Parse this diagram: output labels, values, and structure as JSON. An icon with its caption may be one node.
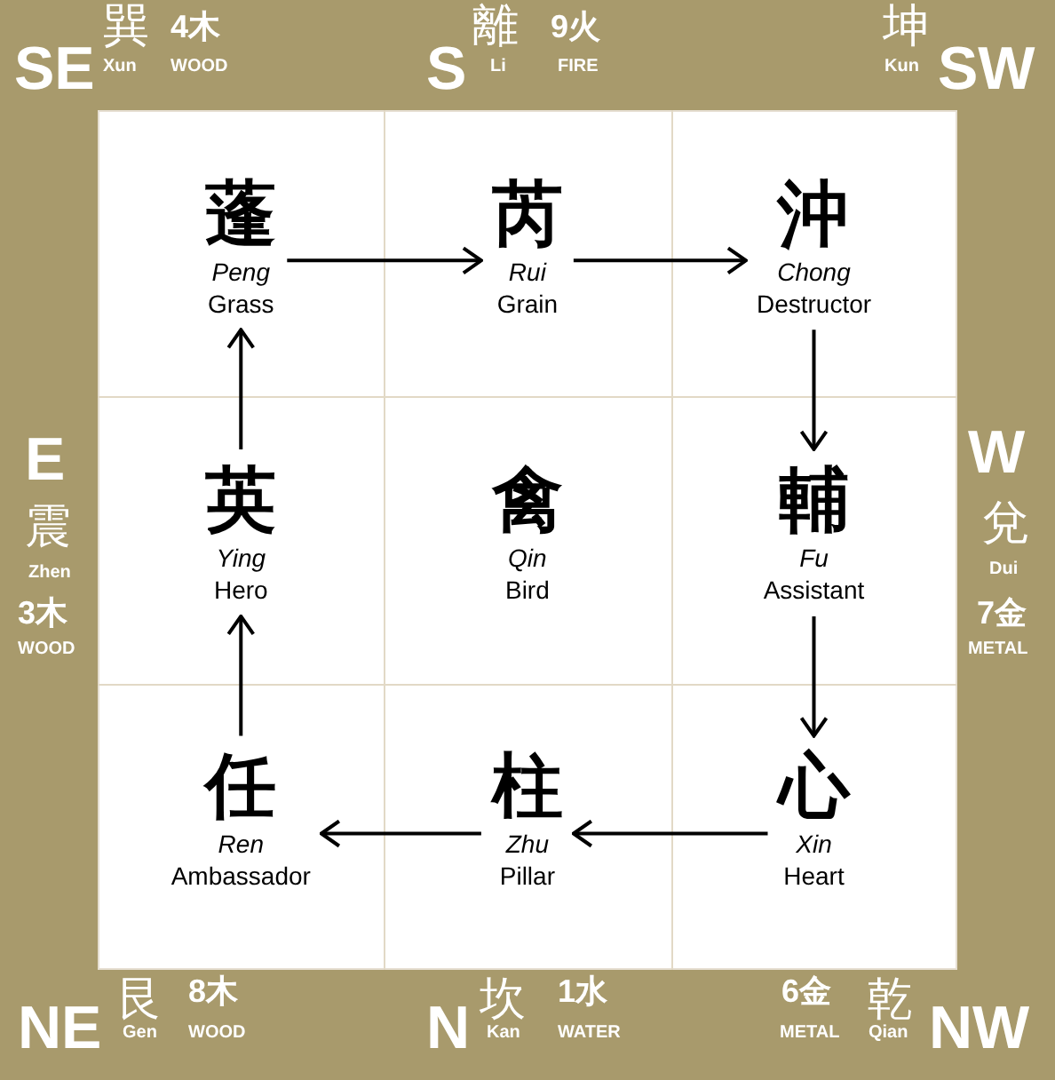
{
  "diagram": {
    "nodes": [
      {
        "text": [
          "蓬",
          "Peng",
          "Grass"
        ]
      },
      {
        "text": [
          "芮",
          "Rui",
          "Grain"
        ]
      },
      {
        "text": [
          "沖",
          "Chong",
          "Destructor"
        ]
      },
      {
        "text": [
          "英",
          "Ying",
          "Hero"
        ]
      },
      {
        "text": [
          "禽",
          "Qin",
          "Bird"
        ]
      },
      {
        "text": [
          "輔",
          "Fu",
          "Assistant"
        ]
      },
      {
        "text": [
          "任",
          "Ren",
          "Ambassador"
        ]
      },
      {
        "text": [
          "柱",
          "Zhu",
          "Pillar"
        ]
      },
      {
        "text": [
          "心",
          "Xin",
          "Heart"
        ]
      }
    ],
    "edges": [
      {
        "from": 0,
        "to": 1,
        "arrow": "to"
      },
      {
        "from": 1,
        "to": 2,
        "arrow": "to"
      },
      {
        "from": 2,
        "to": 5,
        "arrow": "to"
      },
      {
        "from": 5,
        "to": 8,
        "arrow": "to"
      },
      {
        "from": 8,
        "to": 7,
        "arrow": "to"
      },
      {
        "from": 7,
        "to": 6,
        "arrow": "to"
      },
      {
        "from": 6,
        "to": 3,
        "arrow": "to"
      },
      {
        "from": 3,
        "to": 0,
        "arrow": "to"
      }
    ],
    "labels": [
      "SE",
      "巽",
      "Xun",
      "4木",
      "WOOD",
      "S",
      "離",
      "Li",
      "9火",
      "FIRE",
      "坤",
      "Kun",
      "SW",
      "E",
      "震",
      "Zhen",
      "3木",
      "WOOD",
      "W",
      "兌",
      "Dui",
      "7金",
      "METAL",
      "NE",
      "艮",
      "Gen",
      "8木",
      "WOOD",
      "N",
      "坎",
      "Kan",
      "1水",
      "WATER",
      "6金",
      "METAL",
      "乾",
      "Qian",
      "NW"
    ]
  }
}
